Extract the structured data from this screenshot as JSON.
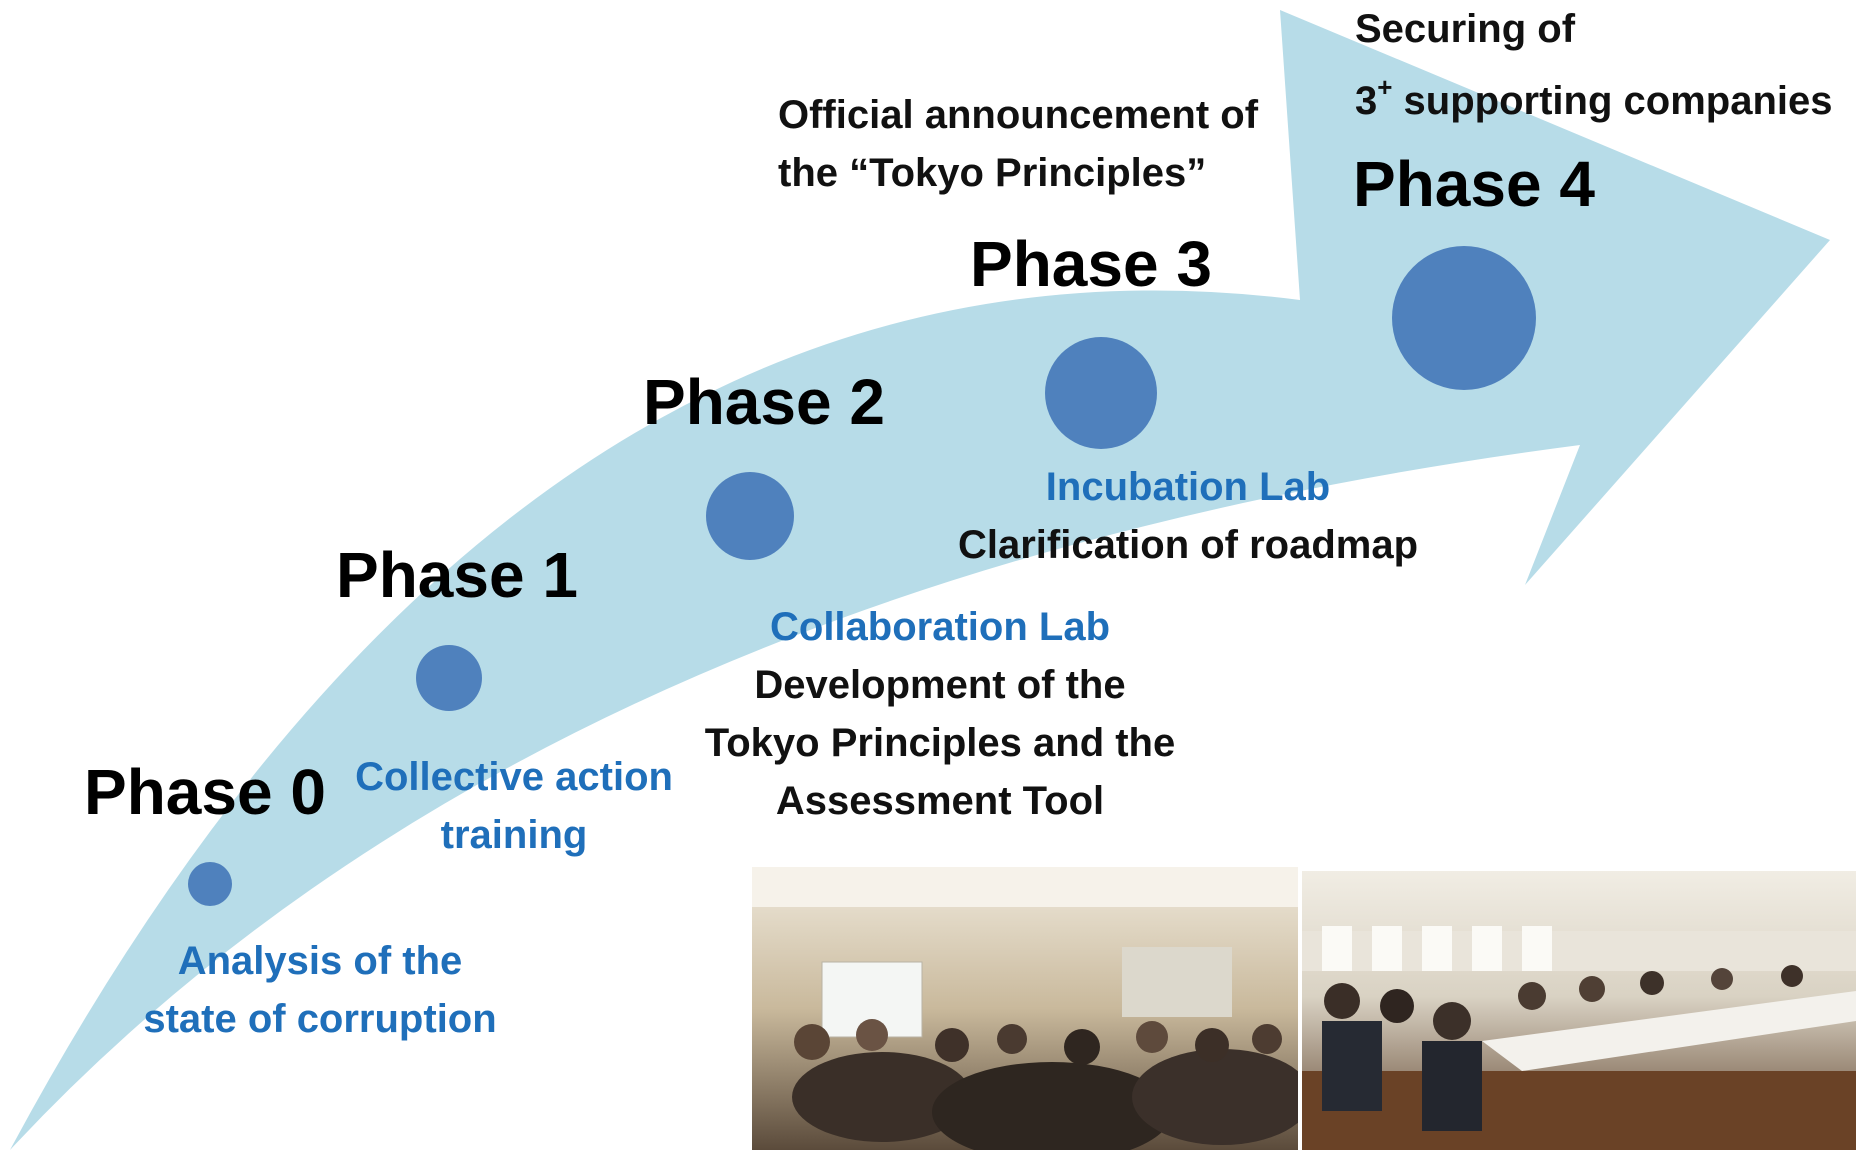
{
  "phases": [
    {
      "label": "Phase 0"
    },
    {
      "label": "Phase 1"
    },
    {
      "label": "Phase 2"
    },
    {
      "label": "Phase 3"
    },
    {
      "label": "Phase 4"
    }
  ],
  "activities": {
    "phase0": [
      "Analysis of the",
      "state of corruption"
    ],
    "phase1": [
      "Collective action",
      "training"
    ],
    "phase2_lab": "Collaboration Lab",
    "phase2_desc": [
      "Development of the",
      "Tokyo Principles and the",
      "Assessment Tool"
    ],
    "phase3_lab": "Incubation Lab",
    "phase3_desc": "Clarification of roadmap",
    "phase3_milestone": [
      "Official announcement of",
      "the “Tokyo Principles”"
    ],
    "phase4_milestone_line1": "Securing of",
    "phase4_milestone_num": "3",
    "phase4_milestone_sup": "+",
    "phase4_milestone_rest": " supporting companies"
  },
  "colors": {
    "arrow": "#b7dce8",
    "dot": "#4f81bd",
    "lab_text": "#1f6fba"
  },
  "photos": [
    {
      "icon": "meeting-photo-banquet"
    },
    {
      "icon": "meeting-photo-conference"
    }
  ]
}
